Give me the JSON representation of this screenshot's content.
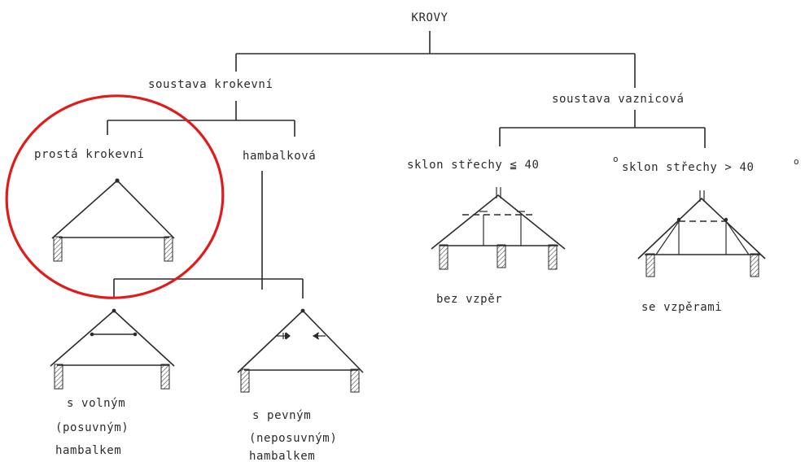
{
  "diagram": {
    "root": "KROVY",
    "branch_left": "soustava krokevní",
    "branch_right": "soustava vaznicová",
    "left_a": "prostá krokevní",
    "left_b": "hambalková",
    "right_a": "sklon střechy ≦ 40",
    "right_a_sup": "o",
    "right_b": "sklon střechy > 40",
    "right_b_sup": "o",
    "right_a_caption": "bez vzpěr",
    "right_b_caption": "se vzpěrami",
    "sub_a_line1": "s volným",
    "sub_a_line2": "(posuvným)",
    "sub_a_line3": "hambalkem",
    "sub_b_line1": "s pevným",
    "sub_b_line2": "(neposuvným)",
    "sub_b_line3": "hambalkem"
  },
  "colors": {
    "ink": "#2b2b2b",
    "highlight": "#e01b1b"
  }
}
